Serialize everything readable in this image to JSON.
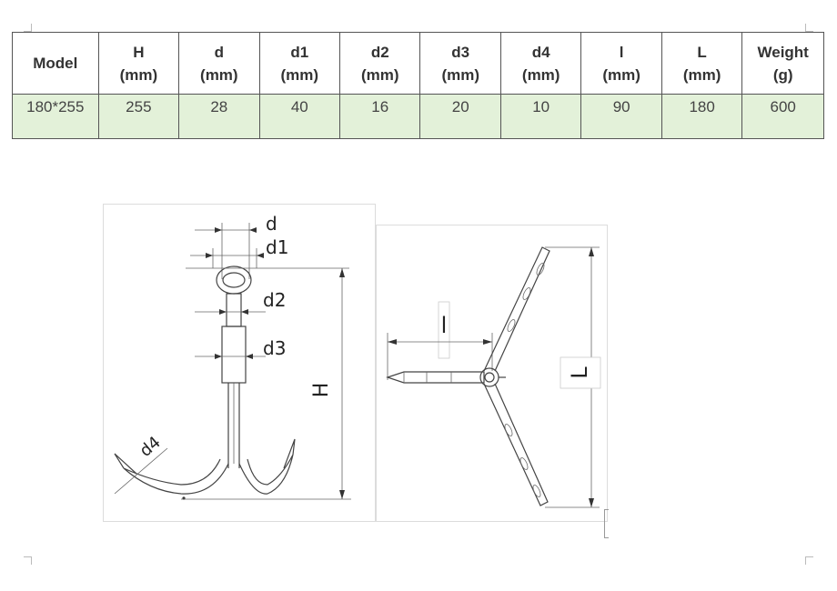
{
  "table": {
    "headers": [
      {
        "name": "Model",
        "unit": ""
      },
      {
        "name": "H",
        "unit": "(mm)"
      },
      {
        "name": "d",
        "unit": "(mm)"
      },
      {
        "name": "d1",
        "unit": "(mm)"
      },
      {
        "name": "d2",
        "unit": "(mm)"
      },
      {
        "name": "d3",
        "unit": "(mm)"
      },
      {
        "name": "d4",
        "unit": "(mm)"
      },
      {
        "name": "l",
        "unit": "(mm)"
      },
      {
        "name": "L",
        "unit": "(mm)"
      },
      {
        "name": "Weight",
        "unit": "(g)"
      }
    ],
    "rows": [
      [
        "180*255",
        "255",
        "28",
        "40",
        "16",
        "20",
        "10",
        "90",
        "180",
        "600"
      ]
    ]
  },
  "diagram": {
    "left_labels": {
      "d": "d",
      "d1": "d1",
      "d2": "d2",
      "d3": "d3",
      "d4": "d4",
      "H": "H"
    },
    "right_labels": {
      "l": "l",
      "L": "L"
    }
  },
  "colors": {
    "row_bg": "#e3f1d9",
    "border": "#555555"
  }
}
